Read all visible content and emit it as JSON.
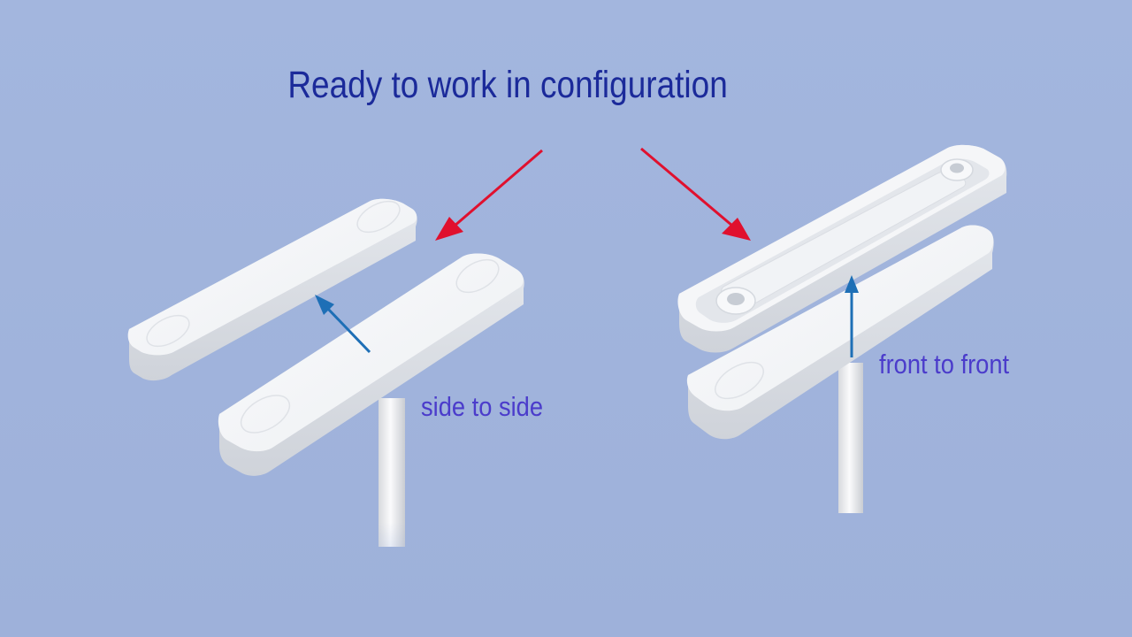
{
  "title": "Ready to work in configuration",
  "configurations": [
    {
      "label": "side to side"
    },
    {
      "label": "front to front"
    }
  ],
  "colors": {
    "background": "#a0b4dd",
    "title": "#1b2a9a",
    "caption": "#4b3ccb",
    "pointer_arrow": "#e0102e",
    "direction_arrow": "#1e6fb6",
    "magnet_body": "#f4f5f7"
  }
}
